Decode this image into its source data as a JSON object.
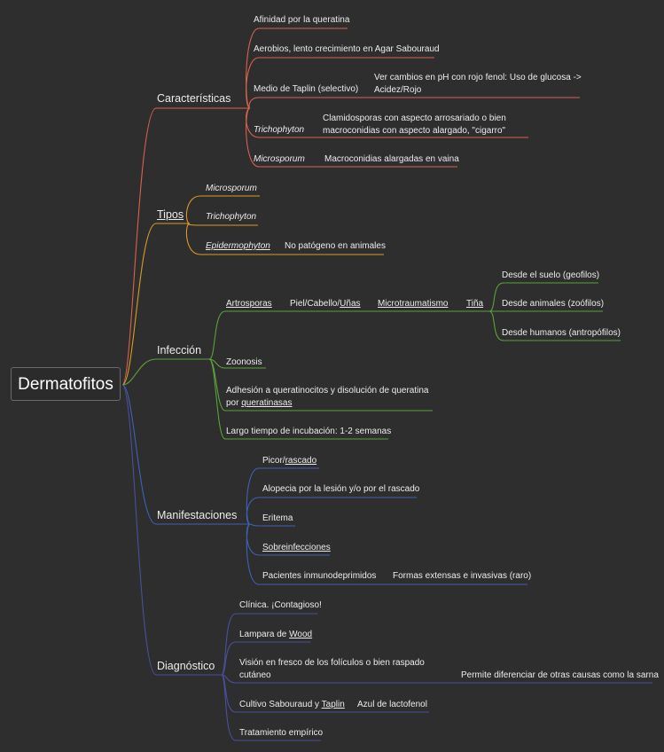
{
  "colors": {
    "background": "#2e2e2e",
    "caracteristicas": "#d9624e",
    "tipos": "#d99a27",
    "infeccion": "#5aa33a",
    "manifestaciones": "#3f62b5",
    "diagnostico": "#4a4f9c"
  },
  "root": "Dermatofitos",
  "caracteristicas": {
    "label": "Características",
    "afinidad": "Afinidad por la queratina",
    "aerobios": "Aerobios, lento crecimiento en Agar Sabouraud",
    "taplin": "Medio de Taplin (selectivo)",
    "taplin_detail_1": "Ver cambios en pH con rojo fenol: Uso de glucosa ->",
    "taplin_detail_2": "Acidez/Rojo",
    "trichophyton": "Trichophyton",
    "trichophyton_detail_1": "Clamidosporas con aspecto arrosariado o bien",
    "trichophyton_detail_2": "macroconidias con aspecto alargado, \"cigarro\"",
    "microsporum": "Microsporum",
    "microsporum_detail": "Macroconidias alargadas en vaina"
  },
  "tipos": {
    "label": "Tipos",
    "microsporum": "Microsporum",
    "trichophyton": "Trichophyton",
    "epidermophyton": "Epidermophyton",
    "epidermophyton_detail": "No patógeno en animales"
  },
  "infeccion": {
    "label": "Infección",
    "artrosporas": "Artrosporas",
    "piel_cabello": "Piel/Cabello/",
    "unas": "Uñas",
    "microtraumatismo": "Microtraumatismo",
    "tina": "Tiña",
    "suelo": "Desde el suelo (geofilos)",
    "animales": "Desde animales (zoófilos)",
    "humanos": "Desde humanos (antropófilos)",
    "zoonosis": "Zoonosis",
    "adhesion_1": "Adhesión a queratinocitos y disolución de queratina",
    "adhesion_2_pre": "por ",
    "adhesion_2_u": "queratinasas",
    "incubacion": "Largo tiempo de incubación: 1-2 semanas"
  },
  "manifestaciones": {
    "label": "Manifestaciones",
    "picor": "Picor/",
    "rascado": "rascado",
    "alopecia": "Alopecia por la lesión y/o por el rascado",
    "eritema": "Eritema",
    "sobreinfecciones": "Sobreinfecciones",
    "inmuno": "Pacientes inmunodeprimidos",
    "inmuno_detail": "Formas extensas e invasivas (raro)"
  },
  "diagnostico": {
    "label": "Diagnóstico",
    "clinica": "Clínica. ¡Contagioso!",
    "lampara_pre": "Lampara de ",
    "wood": "Wood",
    "vision_1": "Visión en fresco de los folículos o bien raspado",
    "vision_2": "cutáneo",
    "vision_detail": "Permite diferenciar de otras causas como la sarna",
    "cultivo_pre": "Cultivo Sabouraud y ",
    "taplin": "Taplin",
    "cultivo_detail": "Azul de lactofenol",
    "tratamiento": "Tratamiento empírico"
  }
}
